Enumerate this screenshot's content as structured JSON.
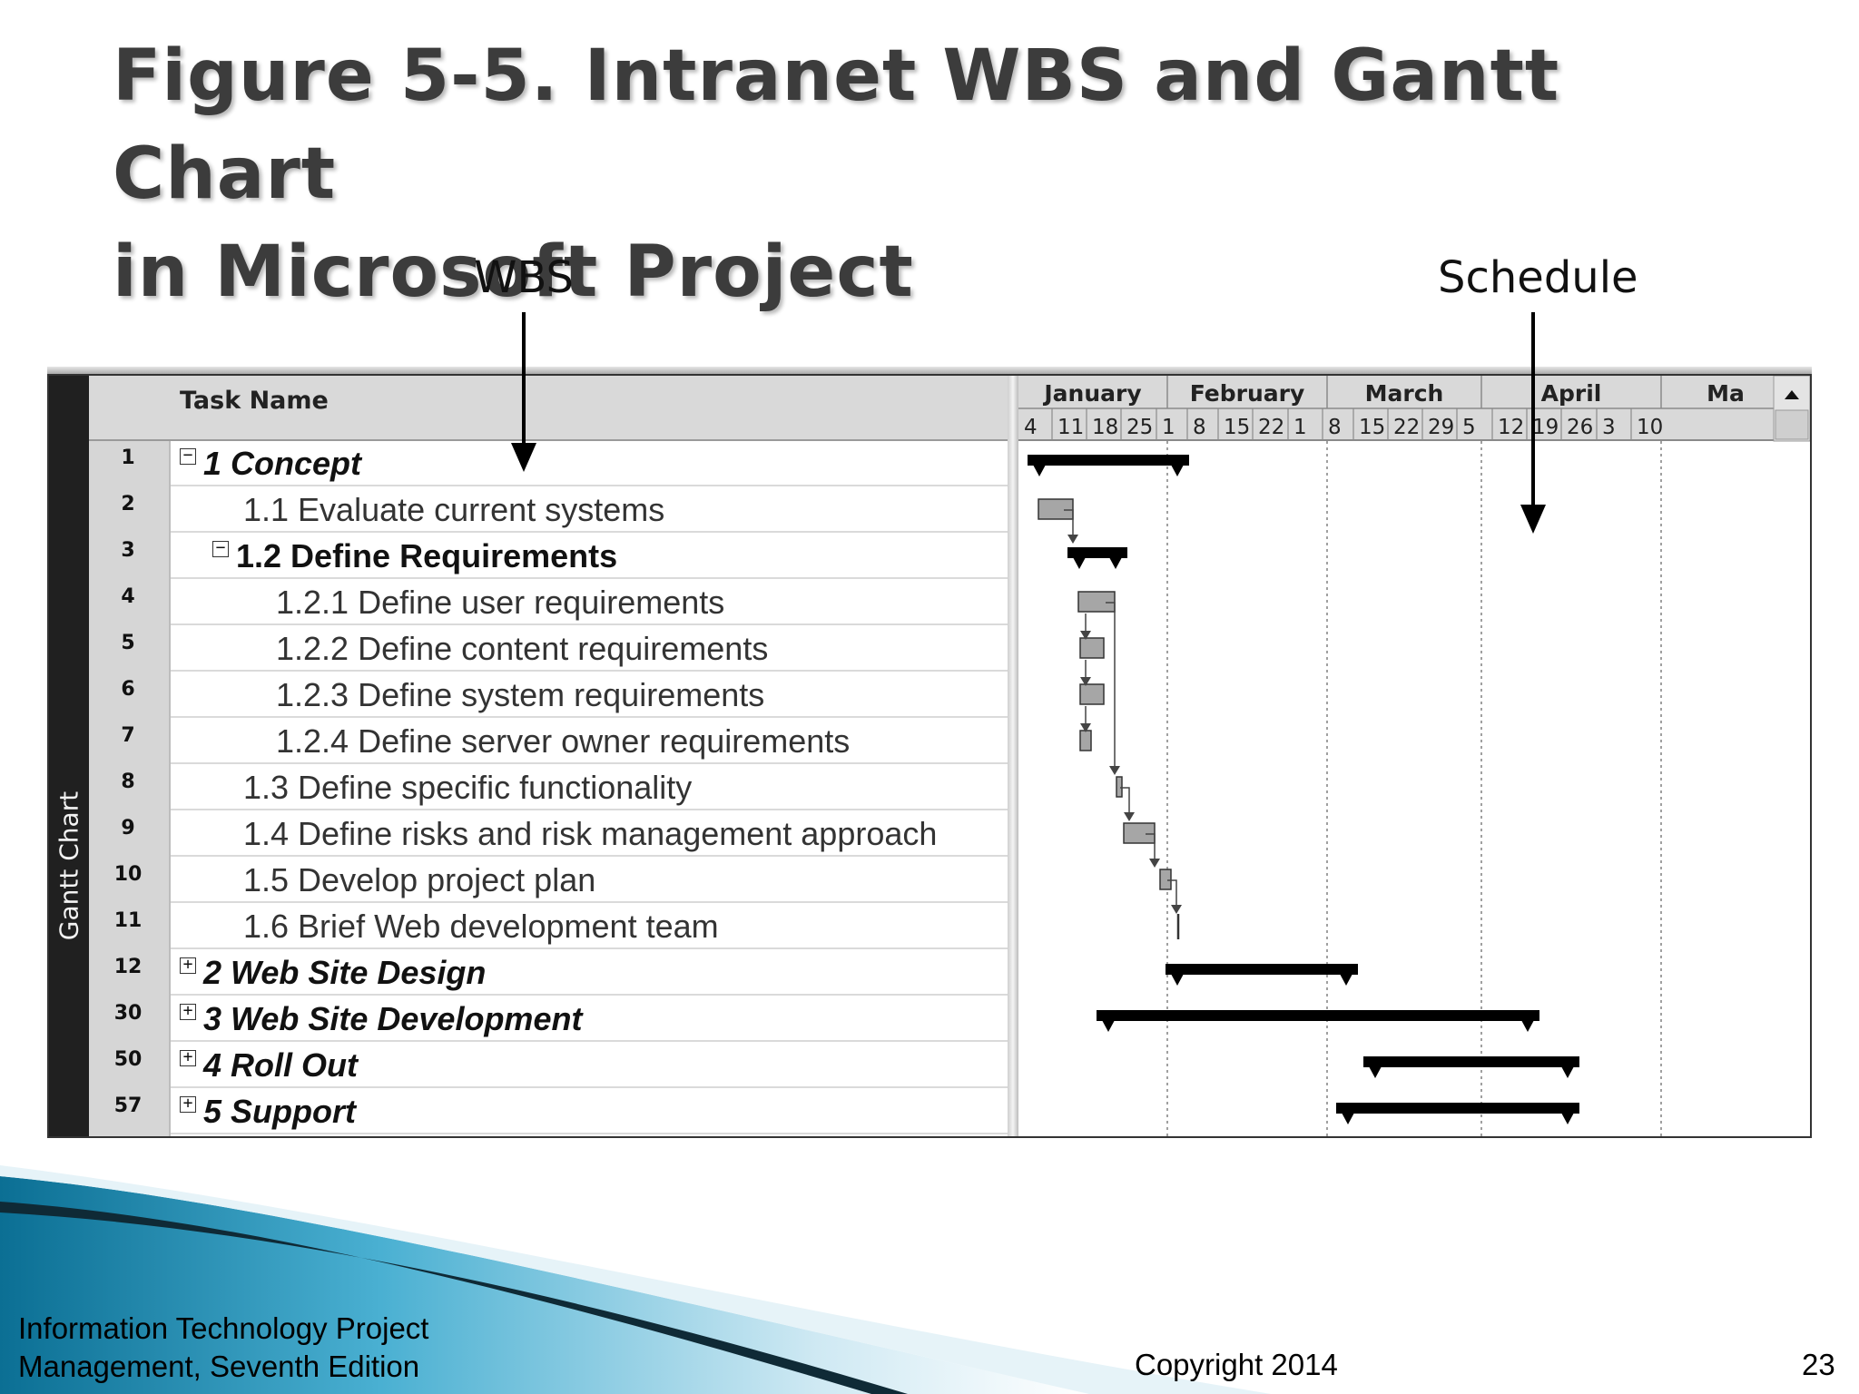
{
  "slide": {
    "title_line1": "Figure 5-5. Intranet WBS and Gantt Chart",
    "title_line2": "in Microsoft Project",
    "wbs_label": "WBS",
    "schedule_label": "Schedule",
    "footer_left_line1": "Information Technology Project",
    "footer_left_line2": "Management, Seventh Edition",
    "footer_center": "Copyright 2014",
    "page_number": "23"
  },
  "project": {
    "view_label": "Gantt Chart",
    "task_name_header": "Task Name",
    "months": [
      "January",
      "February",
      "March",
      "April",
      "Ma"
    ],
    "weeks": [
      "4",
      "11",
      "18",
      "25",
      "1",
      "8",
      "15",
      "22",
      "1",
      "8",
      "15",
      "22",
      "29",
      "5",
      "12",
      "19",
      "26",
      "3",
      "10"
    ],
    "tasks": [
      {
        "id": "1",
        "name": "1 Concept",
        "toggle": "−"
      },
      {
        "id": "2",
        "name": "1.1 Evaluate current systems"
      },
      {
        "id": "3",
        "name": "1.2 Define Requirements",
        "toggle": "−"
      },
      {
        "id": "4",
        "name": "1.2.1 Define user requirements"
      },
      {
        "id": "5",
        "name": "1.2.2 Define content requirements"
      },
      {
        "id": "6",
        "name": "1.2.3 Define system requirements"
      },
      {
        "id": "7",
        "name": "1.2.4 Define server owner requirements"
      },
      {
        "id": "8",
        "name": "1.3 Define specific functionality"
      },
      {
        "id": "9",
        "name": "1.4 Define risks and risk management approach"
      },
      {
        "id": "10",
        "name": "1.5 Develop project plan"
      },
      {
        "id": "11",
        "name": "1.6 Brief Web development team"
      },
      {
        "id": "12",
        "name": "2 Web Site Design",
        "toggle": "+"
      },
      {
        "id": "30",
        "name": "3 Web Site Development",
        "toggle": "+"
      },
      {
        "id": "50",
        "name": "4 Roll Out",
        "toggle": "+"
      },
      {
        "id": "57",
        "name": "5 Support",
        "toggle": "+"
      }
    ]
  },
  "colors": {
    "summary_bar": "#000000",
    "task_bar": "#a6a6a6",
    "link_arrow": "#444444"
  }
}
